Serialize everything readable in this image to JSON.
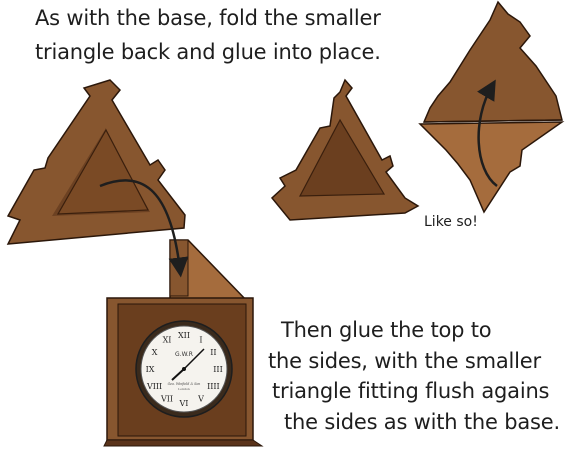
{
  "instruction_top": {
    "line1": "As with the base, fold the smaller",
    "line2": "triangle back and glue into place."
  },
  "caption": "Like so!",
  "instruction_bottom": {
    "line1": "Then glue the top to",
    "line2": "the sides, with the smaller",
    "line3": "triangle fitting flush agains",
    "line4": "the sides as with the base."
  },
  "clock": {
    "brand": "G.W.R",
    "maker": "Geo. Winfield & Son",
    "location": "London",
    "numerals": [
      "XII",
      "I",
      "II",
      "III",
      "IIII",
      "V",
      "VI",
      "VII",
      "VIII",
      "IX",
      "X",
      "XI"
    ]
  },
  "colors": {
    "wood": "#87562f",
    "wood_dark": "#4e2c15",
    "wood_light": "#a56c3d",
    "outline": "#2b170a",
    "arrow": "#1e1e1e"
  }
}
